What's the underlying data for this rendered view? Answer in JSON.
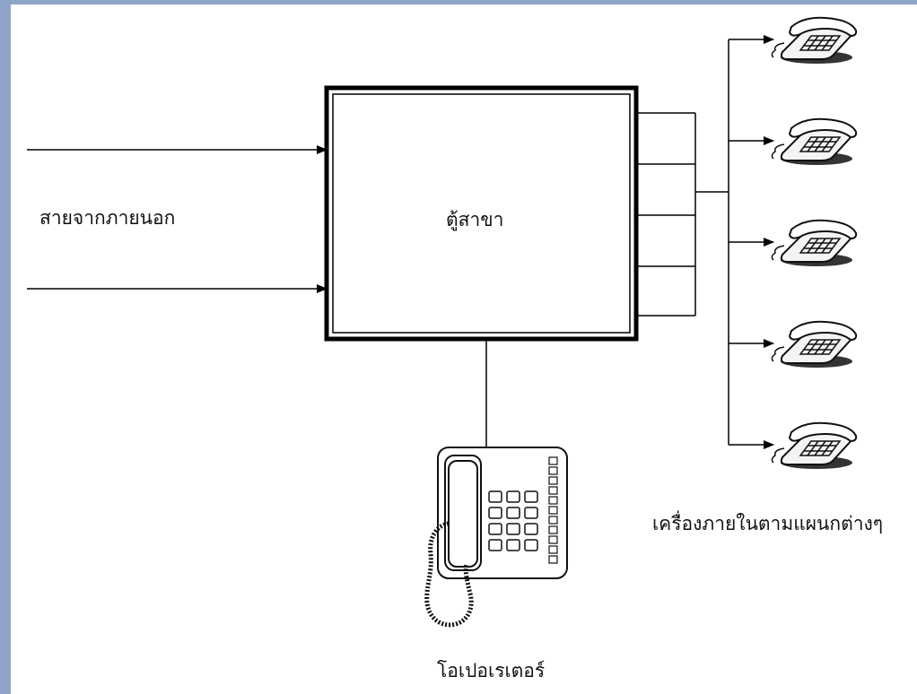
{
  "colors": {
    "border": "#8ea5c8",
    "background": "#ffffff",
    "ink": "#000000"
  },
  "labels": {
    "outside_lines": "สายจากภายนอก",
    "pbx": "ตู้สาขา",
    "extensions": "เครื่องภายในตามแผนกต่างๆ",
    "operator": "โอเปอเรเตอร์"
  },
  "icons": {
    "extension_phone": "desk-phone-icon",
    "operator_console": "operator-phone-console-icon"
  }
}
